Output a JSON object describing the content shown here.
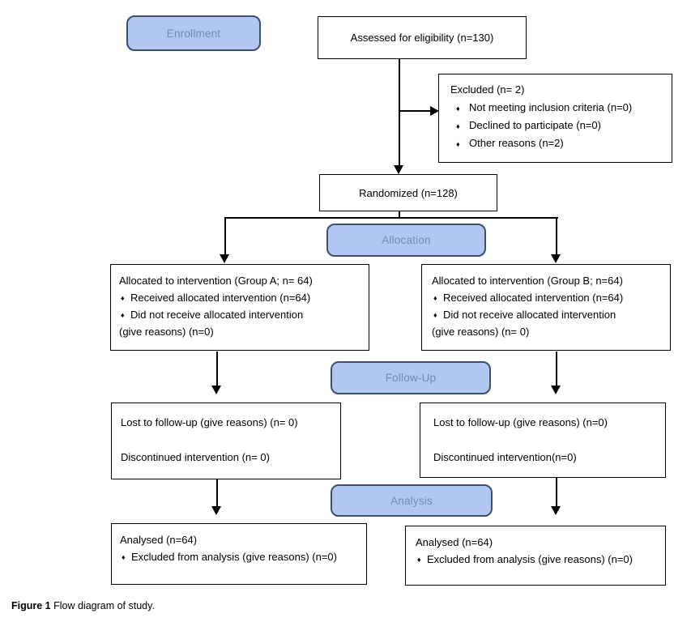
{
  "glyph": {
    "diamond": "♦"
  },
  "colors": {
    "chip_fill": "#b1c7f2",
    "chip_border": "#3d4f6e",
    "chip_text": "#7488b0",
    "box_border": "#000000",
    "background": "#ffffff"
  },
  "chips": {
    "enrollment": "Enrollment",
    "allocation": "Allocation",
    "followup": "Follow-Up",
    "analysis": "Analysis"
  },
  "boxes": {
    "assessed": {
      "text": "Assessed for eligibility (n=130)"
    },
    "excluded": {
      "title": "Excluded (n= 2)",
      "bullets": [
        "Not meeting inclusion criteria (n=0)",
        "Declined to participate (n=0)",
        "Other reasons (n=2)"
      ]
    },
    "randomized": {
      "text": "Randomized (n=128)"
    },
    "alloc_left": {
      "title": "Allocated to intervention (Group A; n= 64)",
      "bullets": [
        "Received allocated intervention (n=64)",
        "Did not receive allocated intervention"
      ],
      "continuation": "(give reasons) (n=0)"
    },
    "alloc_right": {
      "title": "Allocated to intervention (Group B; n=64)",
      "bullets": [
        "Received allocated intervention (n=64)",
        "Did not receive allocated intervention"
      ],
      "continuation": "(give reasons) (n= 0)"
    },
    "followup_left": {
      "line1": "Lost to follow-up (give reasons) (n= 0)",
      "line2": "Discontinued intervention (n= 0)"
    },
    "followup_right": {
      "line1": "Lost to follow-up (give reasons) (n=0)",
      "line2": "Discontinued intervention(n=0)"
    },
    "analysis_left": {
      "title": "Analysed (n=64)",
      "bullet": "Excluded from analysis (give reasons) (n=0)"
    },
    "analysis_right": {
      "title": "Analysed (n=64)",
      "bullet": "Excluded from analysis (give reasons) (n=0)"
    }
  },
  "caption": {
    "bold": "Figure 1",
    "rest": " Flow diagram of study."
  }
}
